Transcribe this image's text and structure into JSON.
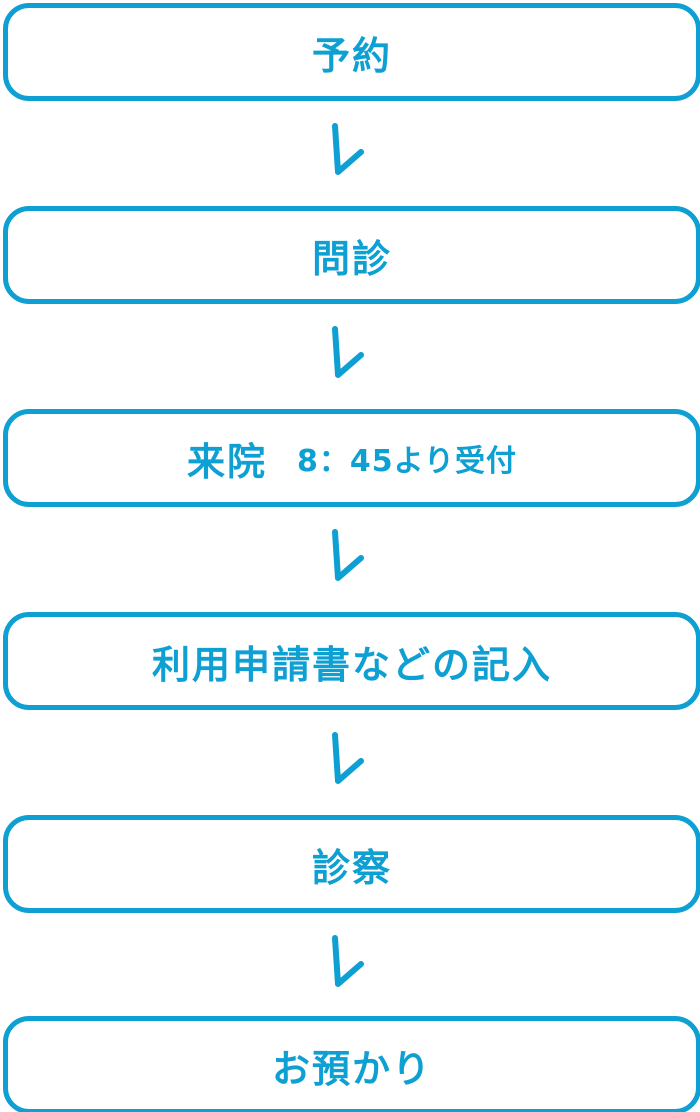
{
  "colors": {
    "accent": "#0e9fd3",
    "background": "#ffffff"
  },
  "steps": [
    {
      "label": "予約",
      "sub": ""
    },
    {
      "label": "問診",
      "sub": ""
    },
    {
      "label": "来院",
      "sub": "8：45より受付"
    },
    {
      "label": "利用申請書などの記入",
      "sub": ""
    },
    {
      "label": "診察",
      "sub": ""
    },
    {
      "label": "お預かり",
      "sub": ""
    }
  ],
  "arrow_icon": "down-check-arrow-icon"
}
